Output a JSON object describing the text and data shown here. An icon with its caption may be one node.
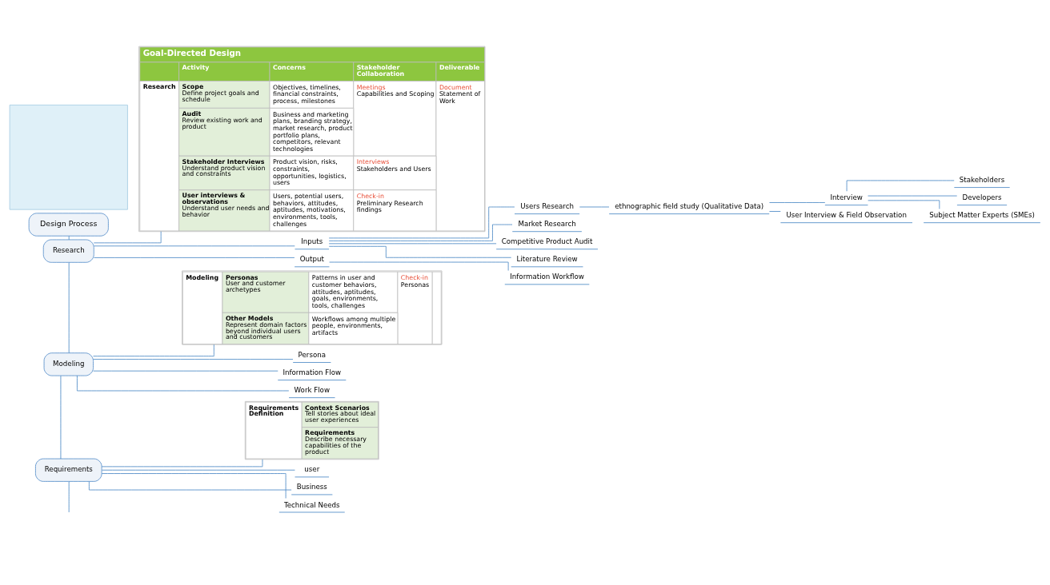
{
  "diagram": {
    "nodes": [
      {
        "text": [
          "Design Process"
        ]
      },
      {
        "text": [
          "Research"
        ]
      },
      {
        "text": [
          "Modeling"
        ]
      },
      {
        "text": [
          "Requirements"
        ]
      },
      {
        "text": [
          "Goal-Directed Design",
          "Activity",
          "Concerns",
          "Stakeholder Collaboration",
          "Deliverable",
          "Research",
          "Scope",
          "Define project goals and schedule",
          "Objectives, timelines, financial constraints, process, milestones",
          "Meetings",
          "Capabilities and Scoping",
          "Document",
          "Statement of Work",
          "Audit",
          "Review existing work and product",
          "Business and marketing plans, branding strategy, market research, product portfolio plans, competitors, relevant technologies",
          "Stakeholder Interviews",
          "Understand product vision and constraints",
          "Product vision, risks, constraints, opportunities, logistics, users",
          "Interviews",
          "Stakeholders and Users",
          "User interviews & observations",
          "Understand user needs and behavior",
          "Users, potential users, behaviors, attitudes, aptitudes, motivations, environments, tools, challenges",
          "Check-in",
          "Preliminary Research findings"
        ]
      },
      {
        "text": [
          "Inputs"
        ]
      },
      {
        "text": [
          "Users Research"
        ]
      },
      {
        "text": [
          "ethnographic field study (Qualitative Data)"
        ]
      },
      {
        "text": [
          "Interview"
        ]
      },
      {
        "text": [
          "Stakeholders"
        ]
      },
      {
        "text": [
          "Developers"
        ]
      },
      {
        "text": [
          "Subject Matter Experts (SMEs)"
        ]
      },
      {
        "text": [
          "User Interview & Field Observation"
        ]
      },
      {
        "text": [
          "Market Research"
        ]
      },
      {
        "text": [
          "Competitive Product Audit"
        ]
      },
      {
        "text": [
          "Literature Review"
        ]
      },
      {
        "text": [
          "Output"
        ]
      },
      {
        "text": [
          "Information Workflow"
        ]
      },
      {
        "text": [
          "Modeling",
          "Personas",
          "User and customer archetypes",
          "Patterns in user and customer behaviors, attitudes, aptitudes, goals, environments, tools, challenges",
          "Check-in",
          "Personas",
          "Other Models",
          "Represent domain factors beyond individual users and customers",
          "Workflows among multiple people, environments, artifacts"
        ]
      },
      {
        "text": [
          "Persona"
        ]
      },
      {
        "text": [
          "Information Flow"
        ]
      },
      {
        "text": [
          "Work Flow"
        ]
      },
      {
        "text": [
          "Requirements Definition",
          "Context Scenarios",
          "Tell stories about ideal user experiences",
          "Requirements",
          "Describe necessary capabilities of the product"
        ]
      },
      {
        "text": [
          "user"
        ]
      },
      {
        "text": [
          "Business"
        ]
      },
      {
        "text": [
          "Technical Needs"
        ]
      },
      {
        "text": [],
        "shape": "box"
      }
    ],
    "edges": [
      {
        "from": 0,
        "to": 1,
        "arrow": "none"
      },
      {
        "from": 1,
        "to": 2,
        "arrow": "none"
      },
      {
        "from": 2,
        "to": 3,
        "arrow": "none"
      },
      {
        "from": 3,
        "to": null,
        "arrow": "none"
      },
      {
        "from": 1,
        "to": 4,
        "arrow": "none"
      },
      {
        "from": 1,
        "to": 5,
        "arrow": "none"
      },
      {
        "from": 5,
        "to": 6,
        "arrow": "none"
      },
      {
        "from": 6,
        "to": 7,
        "arrow": "none"
      },
      {
        "from": 7,
        "to": 8,
        "arrow": "none"
      },
      {
        "from": 8,
        "to": 9,
        "arrow": "none"
      },
      {
        "from": 8,
        "to": 10,
        "arrow": "none"
      },
      {
        "from": 8,
        "to": 11,
        "arrow": "none"
      },
      {
        "from": 7,
        "to": 12,
        "arrow": "none"
      },
      {
        "from": 5,
        "to": 13,
        "arrow": "none"
      },
      {
        "from": 5,
        "to": 14,
        "arrow": "none"
      },
      {
        "from": 5,
        "to": 15,
        "arrow": "none"
      },
      {
        "from": 1,
        "to": 16,
        "arrow": "none"
      },
      {
        "from": 16,
        "to": 17,
        "arrow": "none"
      },
      {
        "from": 2,
        "to": 18,
        "arrow": "none"
      },
      {
        "from": 2,
        "to": 19,
        "arrow": "none"
      },
      {
        "from": 2,
        "to": 20,
        "arrow": "none"
      },
      {
        "from": 2,
        "to": 21,
        "arrow": "none"
      },
      {
        "from": 3,
        "to": 22,
        "arrow": "none"
      },
      {
        "from": 3,
        "to": 23,
        "arrow": "none"
      },
      {
        "from": 3,
        "to": 24,
        "arrow": "none"
      },
      {
        "from": 3,
        "to": 25,
        "arrow": "none"
      }
    ]
  }
}
